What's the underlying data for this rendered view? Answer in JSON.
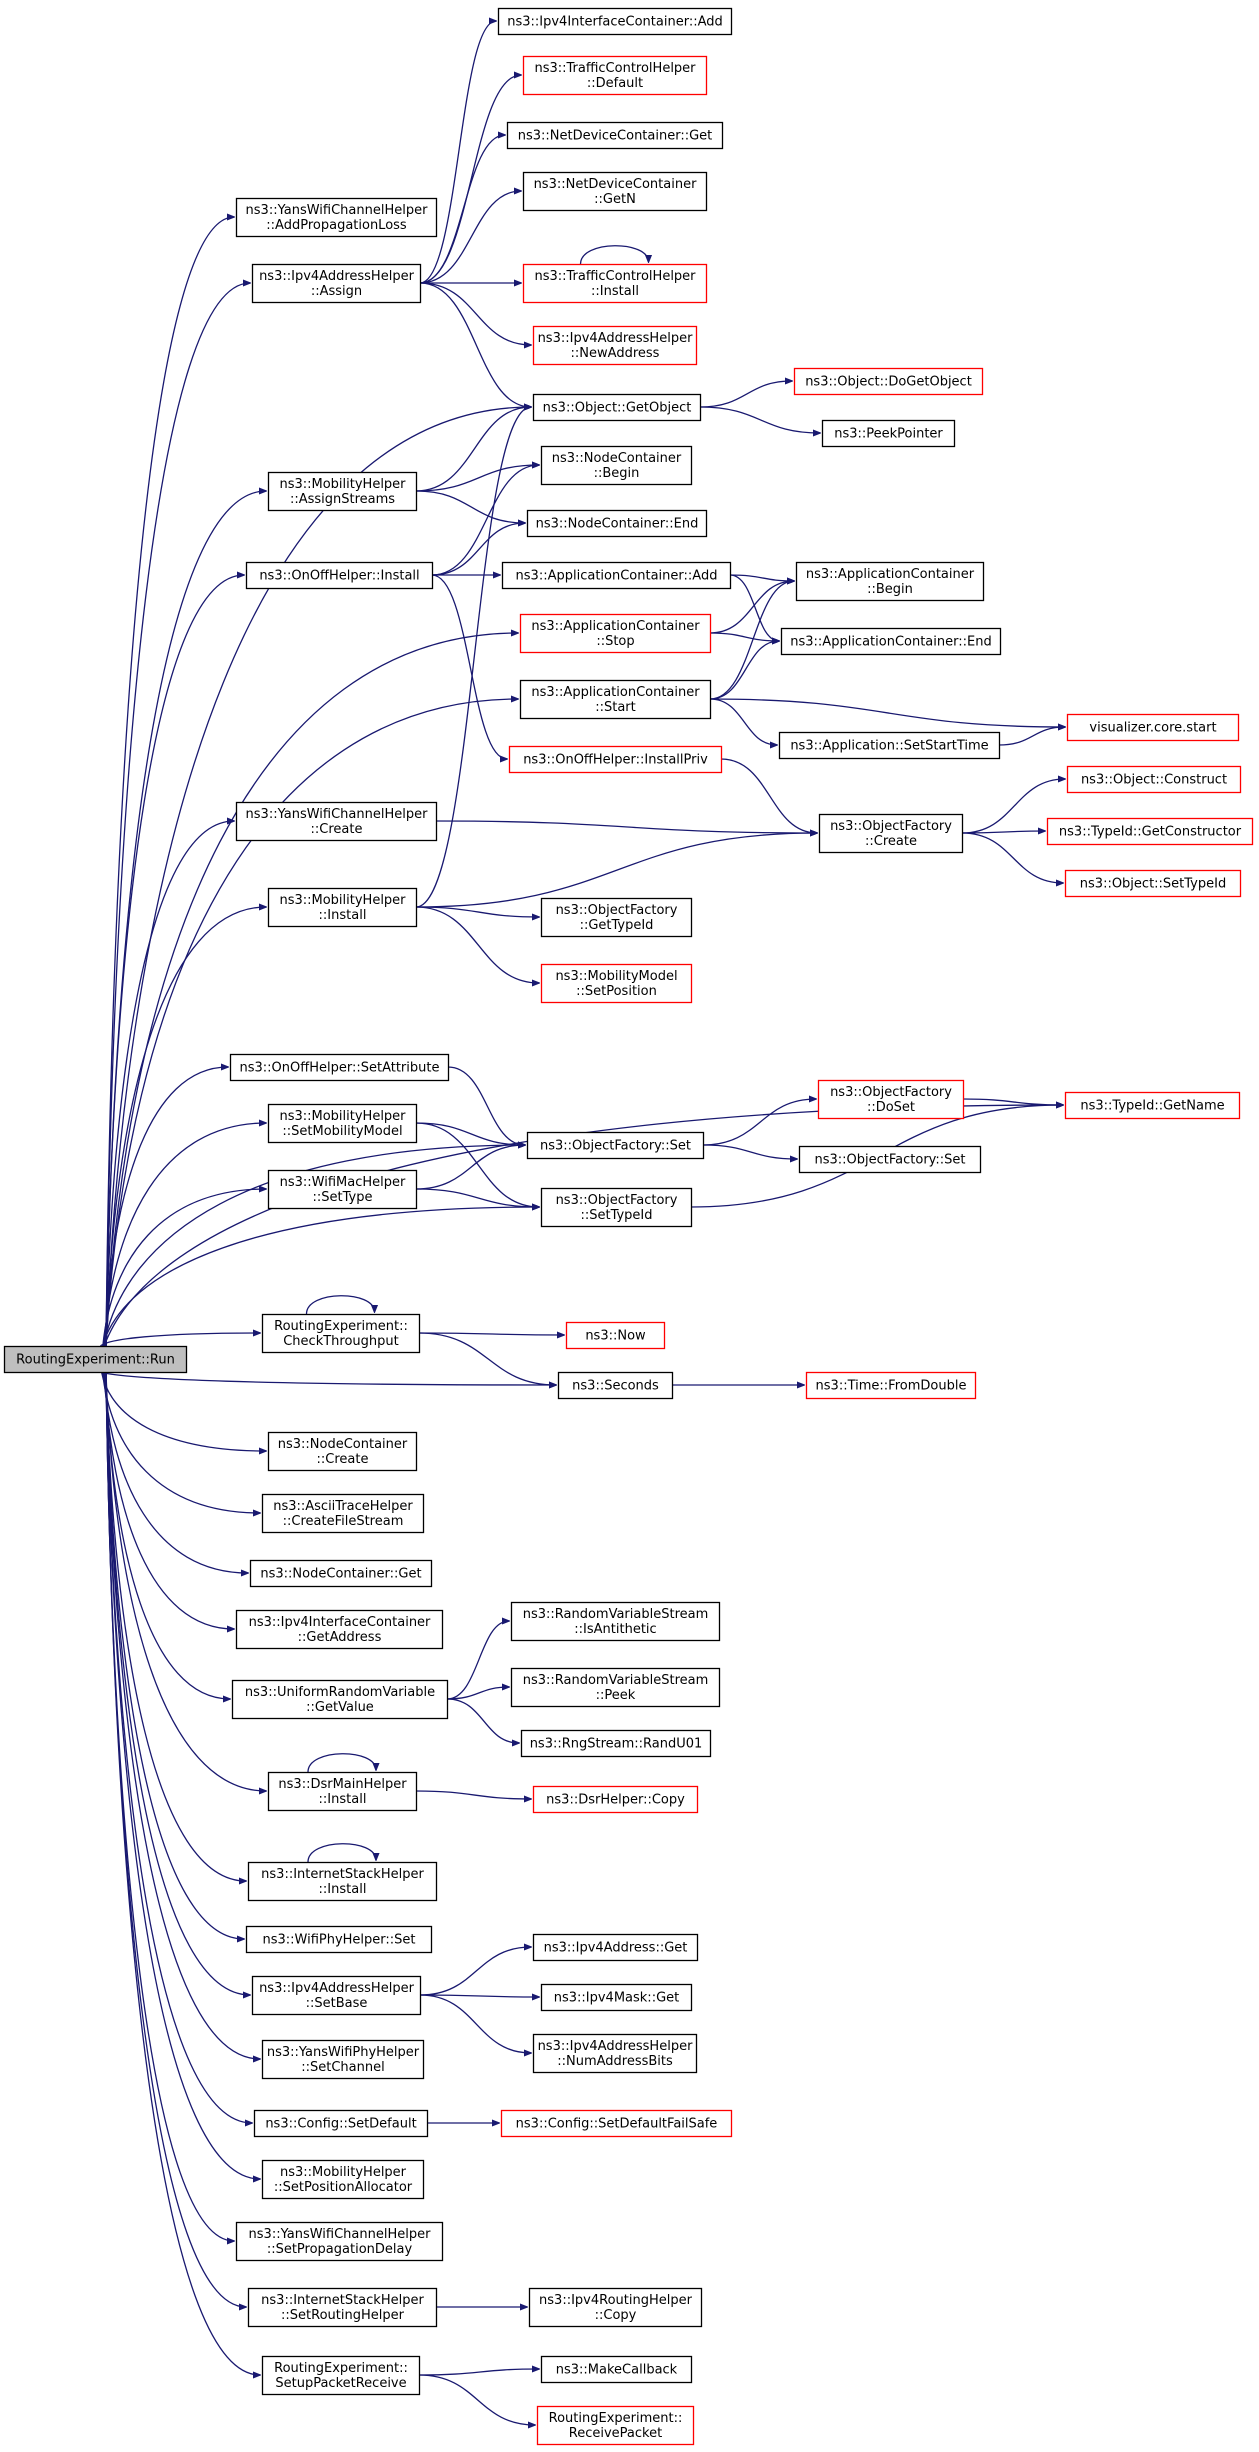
{
  "diagram": {
    "edge_color": "#191970",
    "normal_border": "#000000",
    "missing_border": "#ff0000",
    "root_fill": "#bfbfbf",
    "nodes": [
      {
        "id": "root",
        "lines": [
          "RoutingExperiment::Run"
        ],
        "style": "root"
      },
      {
        "id": "addr_add",
        "lines": [
          "ns3::Ipv4InterfaceContainer::Add"
        ],
        "style": "normal"
      },
      {
        "id": "tch_default",
        "lines": [
          "ns3::TrafficControlHelper",
          "::Default"
        ],
        "style": "red"
      },
      {
        "id": "ndc_get",
        "lines": [
          "ns3::NetDeviceContainer::Get"
        ],
        "style": "normal"
      },
      {
        "id": "ndc_getn",
        "lines": [
          "ns3::NetDeviceContainer",
          "::GetN"
        ],
        "style": "normal"
      },
      {
        "id": "tch_install",
        "lines": [
          "ns3::TrafficControlHelper",
          "::Install"
        ],
        "style": "red"
      },
      {
        "id": "ipv4ah_newaddr",
        "lines": [
          "ns3::Ipv4AddressHelper",
          "::NewAddress"
        ],
        "style": "red"
      },
      {
        "id": "ywch_addprop",
        "lines": [
          "ns3::YansWifiChannelHelper",
          "::AddPropagationLoss"
        ],
        "style": "normal"
      },
      {
        "id": "ipv4ah_assign",
        "lines": [
          "ns3::Ipv4AddressHelper",
          "::Assign"
        ],
        "style": "normal"
      },
      {
        "id": "obj_getobject",
        "lines": [
          "ns3::Object::GetObject"
        ],
        "style": "normal"
      },
      {
        "id": "obj_dogetobject",
        "lines": [
          "ns3::Object::DoGetObject"
        ],
        "style": "red"
      },
      {
        "id": "peekpointer",
        "lines": [
          "ns3::PeekPointer"
        ],
        "style": "normal"
      },
      {
        "id": "mh_assignstreams",
        "lines": [
          "ns3::MobilityHelper",
          "::AssignStreams"
        ],
        "style": "normal"
      },
      {
        "id": "nc_begin",
        "lines": [
          "ns3::NodeContainer",
          "::Begin"
        ],
        "style": "normal"
      },
      {
        "id": "nc_end",
        "lines": [
          "ns3::NodeContainer::End"
        ],
        "style": "normal"
      },
      {
        "id": "onoff_install",
        "lines": [
          "ns3::OnOffHelper::Install"
        ],
        "style": "normal"
      },
      {
        "id": "ac_add",
        "lines": [
          "ns3::ApplicationContainer::Add"
        ],
        "style": "normal"
      },
      {
        "id": "ac_begin",
        "lines": [
          "ns3::ApplicationContainer",
          "::Begin"
        ],
        "style": "normal"
      },
      {
        "id": "ac_stop",
        "lines": [
          "ns3::ApplicationContainer",
          "::Stop"
        ],
        "style": "red"
      },
      {
        "id": "ac_end",
        "lines": [
          "ns3::ApplicationContainer::End"
        ],
        "style": "normal"
      },
      {
        "id": "ac_start",
        "lines": [
          "ns3::ApplicationContainer",
          "::Start"
        ],
        "style": "normal"
      },
      {
        "id": "vis_start",
        "lines": [
          "visualizer.core.start"
        ],
        "style": "red"
      },
      {
        "id": "app_setstart",
        "lines": [
          "ns3::Application::SetStartTime"
        ],
        "style": "normal"
      },
      {
        "id": "onoff_installpriv",
        "lines": [
          "ns3::OnOffHelper::InstallPriv"
        ],
        "style": "red"
      },
      {
        "id": "obj_construct",
        "lines": [
          "ns3::Object::Construct"
        ],
        "style": "red"
      },
      {
        "id": "ywch_create",
        "lines": [
          "ns3::YansWifiChannelHelper",
          "::Create"
        ],
        "style": "normal"
      },
      {
        "id": "of_create",
        "lines": [
          "ns3::ObjectFactory",
          "::Create"
        ],
        "style": "normal"
      },
      {
        "id": "tid_getctor",
        "lines": [
          "ns3::TypeId::GetConstructor"
        ],
        "style": "red"
      },
      {
        "id": "obj_settypeid",
        "lines": [
          "ns3::Object::SetTypeId"
        ],
        "style": "red"
      },
      {
        "id": "mh_install",
        "lines": [
          "ns3::MobilityHelper",
          "::Install"
        ],
        "style": "normal"
      },
      {
        "id": "of_gettypeid",
        "lines": [
          "ns3::ObjectFactory",
          "::GetTypeId"
        ],
        "style": "normal"
      },
      {
        "id": "mm_setpos",
        "lines": [
          "ns3::MobilityModel",
          "::SetPosition"
        ],
        "style": "red"
      },
      {
        "id": "onoff_setattr",
        "lines": [
          "ns3::OnOffHelper::SetAttribute"
        ],
        "style": "normal"
      },
      {
        "id": "tid_getname",
        "lines": [
          "ns3::TypeId::GetName"
        ],
        "style": "red"
      },
      {
        "id": "of_doset",
        "lines": [
          "ns3::ObjectFactory",
          "::DoSet"
        ],
        "style": "red"
      },
      {
        "id": "mh_setmob",
        "lines": [
          "ns3::MobilityHelper",
          "::SetMobilityModel"
        ],
        "style": "normal"
      },
      {
        "id": "of_set",
        "lines": [
          "ns3::ObjectFactory::Set"
        ],
        "style": "normal"
      },
      {
        "id": "of_set2",
        "lines": [
          "ns3::ObjectFactory::Set"
        ],
        "style": "normal"
      },
      {
        "id": "wmh_settype",
        "lines": [
          "ns3::WifiMacHelper",
          "::SetType"
        ],
        "style": "normal"
      },
      {
        "id": "of_settypeid",
        "lines": [
          "ns3::ObjectFactory",
          "::SetTypeId"
        ],
        "style": "normal"
      },
      {
        "id": "re_checktp",
        "lines": [
          "RoutingExperiment::",
          "CheckThroughput"
        ],
        "style": "normal"
      },
      {
        "id": "now",
        "lines": [
          "ns3::Now"
        ],
        "style": "red"
      },
      {
        "id": "seconds",
        "lines": [
          "ns3::Seconds"
        ],
        "style": "normal"
      },
      {
        "id": "time_fromdouble",
        "lines": [
          "ns3::Time::FromDouble"
        ],
        "style": "red"
      },
      {
        "id": "nc_create",
        "lines": [
          "ns3::NodeContainer",
          "::Create"
        ],
        "style": "normal"
      },
      {
        "id": "ath_cfs",
        "lines": [
          "ns3::AsciiTraceHelper",
          "::CreateFileStream"
        ],
        "style": "normal"
      },
      {
        "id": "nc_get",
        "lines": [
          "ns3::NodeContainer::Get"
        ],
        "style": "normal"
      },
      {
        "id": "iic_getaddr",
        "lines": [
          "ns3::Ipv4InterfaceContainer",
          "::GetAddress"
        ],
        "style": "normal"
      },
      {
        "id": "rvs_isanti",
        "lines": [
          "ns3::RandomVariableStream",
          "::IsAntithetic"
        ],
        "style": "normal"
      },
      {
        "id": "urv_getvalue",
        "lines": [
          "ns3::UniformRandomVariable",
          "::GetValue"
        ],
        "style": "normal"
      },
      {
        "id": "rvs_peek",
        "lines": [
          "ns3::RandomVariableStream",
          "::Peek"
        ],
        "style": "normal"
      },
      {
        "id": "rng_randu01",
        "lines": [
          "ns3::RngStream::RandU01"
        ],
        "style": "normal"
      },
      {
        "id": "dsrmh_install",
        "lines": [
          "ns3::DsrMainHelper",
          "::Install"
        ],
        "style": "normal"
      },
      {
        "id": "dsrh_copy",
        "lines": [
          "ns3::DsrHelper::Copy"
        ],
        "style": "red"
      },
      {
        "id": "ish_install",
        "lines": [
          "ns3::InternetStackHelper",
          "::Install"
        ],
        "style": "normal"
      },
      {
        "id": "wph_set",
        "lines": [
          "ns3::WifiPhyHelper::Set"
        ],
        "style": "normal"
      },
      {
        "id": "ipv4a_get",
        "lines": [
          "ns3::Ipv4Address::Get"
        ],
        "style": "normal"
      },
      {
        "id": "ipv4ah_setbase",
        "lines": [
          "ns3::Ipv4AddressHelper",
          "::SetBase"
        ],
        "style": "normal"
      },
      {
        "id": "ipv4m_get",
        "lines": [
          "ns3::Ipv4Mask::Get"
        ],
        "style": "normal"
      },
      {
        "id": "ipv4ah_nab",
        "lines": [
          "ns3::Ipv4AddressHelper",
          "::NumAddressBits"
        ],
        "style": "normal"
      },
      {
        "id": "ywph_setch",
        "lines": [
          "ns3::YansWifiPhyHelper",
          "::SetChannel"
        ],
        "style": "normal"
      },
      {
        "id": "cfg_setdefault",
        "lines": [
          "ns3::Config::SetDefault"
        ],
        "style": "normal"
      },
      {
        "id": "cfg_sdfs",
        "lines": [
          "ns3::Config::SetDefaultFailSafe"
        ],
        "style": "red"
      },
      {
        "id": "mh_setposalloc",
        "lines": [
          "ns3::MobilityHelper",
          "::SetPositionAllocator"
        ],
        "style": "normal"
      },
      {
        "id": "ywch_setpropdelay",
        "lines": [
          "ns3::YansWifiChannelHelper",
          "::SetPropagationDelay"
        ],
        "style": "normal"
      },
      {
        "id": "ish_setrouting",
        "lines": [
          "ns3::InternetStackHelper",
          "::SetRoutingHelper"
        ],
        "style": "normal"
      },
      {
        "id": "ipv4rh_copy",
        "lines": [
          "ns3::Ipv4RoutingHelper",
          "::Copy"
        ],
        "style": "normal"
      },
      {
        "id": "makecallback",
        "lines": [
          "ns3::MakeCallback"
        ],
        "style": "normal"
      },
      {
        "id": "re_setuppr",
        "lines": [
          "RoutingExperiment::",
          "SetupPacketReceive"
        ],
        "style": "normal"
      },
      {
        "id": "re_receivepkt",
        "lines": [
          "RoutingExperiment::",
          "ReceivePacket"
        ],
        "style": "red"
      }
    ],
    "edges": [
      [
        "root",
        "ywch_addprop"
      ],
      [
        "root",
        "ipv4ah_assign"
      ],
      [
        "root",
        "obj_getobject"
      ],
      [
        "root",
        "mh_assignstreams"
      ],
      [
        "root",
        "onoff_install"
      ],
      [
        "root",
        "ac_stop"
      ],
      [
        "root",
        "ac_start"
      ],
      [
        "root",
        "ywch_create"
      ],
      [
        "root",
        "mh_install"
      ],
      [
        "root",
        "tid_getname"
      ],
      [
        "root",
        "onoff_setattr"
      ],
      [
        "root",
        "of_set"
      ],
      [
        "root",
        "mh_setmob"
      ],
      [
        "root",
        "wmh_settype"
      ],
      [
        "root",
        "of_settypeid"
      ],
      [
        "root",
        "re_checktp"
      ],
      [
        "root",
        "seconds"
      ],
      [
        "root",
        "nc_create"
      ],
      [
        "root",
        "ath_cfs"
      ],
      [
        "root",
        "nc_get"
      ],
      [
        "root",
        "iic_getaddr"
      ],
      [
        "root",
        "urv_getvalue"
      ],
      [
        "root",
        "dsrmh_install"
      ],
      [
        "root",
        "ish_install"
      ],
      [
        "root",
        "wph_set"
      ],
      [
        "root",
        "ipv4ah_setbase"
      ],
      [
        "root",
        "ywph_setch"
      ],
      [
        "root",
        "cfg_setdefault"
      ],
      [
        "root",
        "mh_setposalloc"
      ],
      [
        "root",
        "ywch_setpropdelay"
      ],
      [
        "root",
        "ish_setrouting"
      ],
      [
        "root",
        "re_setuppr"
      ],
      [
        "ipv4ah_assign",
        "addr_add"
      ],
      [
        "ipv4ah_assign",
        "tch_default"
      ],
      [
        "ipv4ah_assign",
        "ndc_get"
      ],
      [
        "ipv4ah_assign",
        "ndc_getn"
      ],
      [
        "ipv4ah_assign",
        "tch_install"
      ],
      [
        "ipv4ah_assign",
        "ipv4ah_newaddr"
      ],
      [
        "ipv4ah_assign",
        "obj_getobject"
      ],
      [
        "tch_install",
        "tch_install"
      ],
      [
        "obj_getobject",
        "obj_dogetobject"
      ],
      [
        "obj_getobject",
        "peekpointer"
      ],
      [
        "mh_assignstreams",
        "obj_getobject"
      ],
      [
        "mh_assignstreams",
        "nc_begin"
      ],
      [
        "mh_assignstreams",
        "nc_end"
      ],
      [
        "onoff_install",
        "nc_begin"
      ],
      [
        "onoff_install",
        "nc_end"
      ],
      [
        "onoff_install",
        "ac_add"
      ],
      [
        "onoff_install",
        "onoff_installpriv"
      ],
      [
        "ac_add",
        "ac_begin"
      ],
      [
        "ac_add",
        "ac_end"
      ],
      [
        "ac_stop",
        "ac_begin"
      ],
      [
        "ac_stop",
        "ac_end"
      ],
      [
        "ac_start",
        "ac_begin"
      ],
      [
        "ac_start",
        "ac_end"
      ],
      [
        "ac_start",
        "vis_start"
      ],
      [
        "ac_start",
        "app_setstart"
      ],
      [
        "app_setstart",
        "vis_start"
      ],
      [
        "onoff_installpriv",
        "of_create"
      ],
      [
        "ywch_create",
        "of_create"
      ],
      [
        "of_create",
        "obj_construct"
      ],
      [
        "of_create",
        "tid_getctor"
      ],
      [
        "of_create",
        "obj_settypeid"
      ],
      [
        "mh_install",
        "obj_getobject"
      ],
      [
        "mh_install",
        "of_create"
      ],
      [
        "mh_install",
        "of_gettypeid"
      ],
      [
        "mh_install",
        "mm_setpos"
      ],
      [
        "onoff_setattr",
        "of_set"
      ],
      [
        "of_set",
        "of_doset"
      ],
      [
        "of_set",
        "of_set2"
      ],
      [
        "of_doset",
        "tid_getname"
      ],
      [
        "mh_setmob",
        "of_set"
      ],
      [
        "mh_setmob",
        "of_settypeid"
      ],
      [
        "wmh_settype",
        "of_set"
      ],
      [
        "wmh_settype",
        "of_settypeid"
      ],
      [
        "of_settypeid",
        "tid_getname"
      ],
      [
        "re_checktp",
        "re_checktp"
      ],
      [
        "re_checktp",
        "now"
      ],
      [
        "re_checktp",
        "seconds"
      ],
      [
        "seconds",
        "time_fromdouble"
      ],
      [
        "urv_getvalue",
        "rvs_isanti"
      ],
      [
        "urv_getvalue",
        "rvs_peek"
      ],
      [
        "urv_getvalue",
        "rng_randu01"
      ],
      [
        "dsrmh_install",
        "dsrmh_install"
      ],
      [
        "dsrmh_install",
        "dsrh_copy"
      ],
      [
        "ish_install",
        "ish_install"
      ],
      [
        "ipv4ah_setbase",
        "ipv4a_get"
      ],
      [
        "ipv4ah_setbase",
        "ipv4m_get"
      ],
      [
        "ipv4ah_setbase",
        "ipv4ah_nab"
      ],
      [
        "cfg_setdefault",
        "cfg_sdfs"
      ],
      [
        "ish_setrouting",
        "ipv4rh_copy"
      ],
      [
        "re_setuppr",
        "makecallback"
      ],
      [
        "re_setuppr",
        "re_receivepkt"
      ]
    ]
  }
}
